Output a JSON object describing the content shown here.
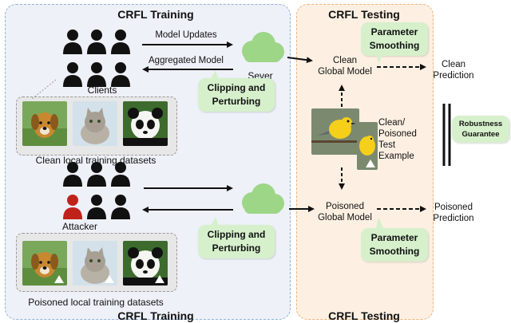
{
  "training": {
    "title_top": "CRFL Training",
    "title_bottom": "CRFL Training",
    "model_updates": "Model Updates",
    "aggregated_model": "Aggregated Model",
    "clients_label": "Clients",
    "server_label": "Sever",
    "clip_top_line1": "Clipping and",
    "clip_top_line2": "Perturbing",
    "clip_bottom_line1": "Clipping and",
    "clip_bottom_line2": "Perturbing",
    "clean_datasets": "Clean local training datasets",
    "attacker_label": "Attacker",
    "poisoned_datasets": "Poisoned local training datasets"
  },
  "testing": {
    "title_top": "CRFL Testing",
    "title_bottom": "CRFL Testing",
    "param_top_line1": "Parameter",
    "param_top_line2": "Smoothing",
    "param_bottom_line1": "Parameter",
    "param_bottom_line2": "Smoothing",
    "clean_model_line1": "Clean",
    "clean_model_line2": "Global Model",
    "poisoned_model_line1": "Poisoned",
    "poisoned_model_line2": "Global Model",
    "test_example_lines": [
      "Clean/",
      "Poisoned",
      "Test",
      "Example"
    ]
  },
  "outputs": {
    "clean_pred_line1": "Clean",
    "clean_pred_line2": "Prediction",
    "poisoned_pred_line1": "Poisoned",
    "poisoned_pred_line2": "Prediction",
    "robustness_line1": "Robustness",
    "robustness_line2": "Guarantee"
  },
  "colors": {
    "train_bg": "#eef1f8",
    "test_bg": "#fdf0e2",
    "green_box": "#d6f0cc",
    "cloud": "#9ed688",
    "attacker": "#c0221b"
  },
  "icons": [
    "people-icon",
    "cloud-icon",
    "dog-image",
    "cat-image",
    "panda-image",
    "bird-image",
    "attacker-icon"
  ]
}
